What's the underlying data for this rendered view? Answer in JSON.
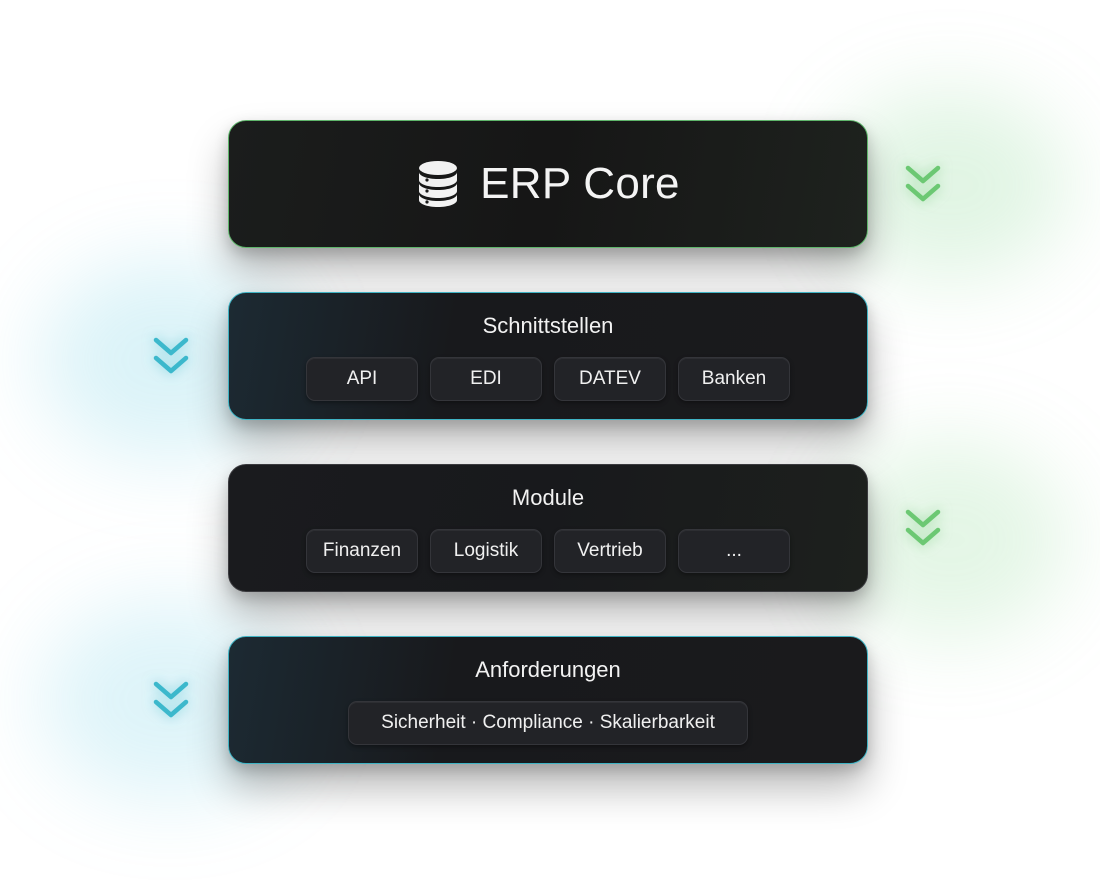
{
  "layers": {
    "core": {
      "title": "ERP Core",
      "icon": "database-icon"
    },
    "schnittstellen": {
      "title": "Schnittstellen",
      "chips": [
        "API",
        "EDI",
        "DATEV",
        "Banken"
      ]
    },
    "module": {
      "title": "Module",
      "chips": [
        "Finanzen",
        "Logistik",
        "Vertrieb",
        "..."
      ]
    },
    "anforderungen": {
      "title": "Anforderungen",
      "chips": [
        "Sicherheit · Compliance · Skalierbarkeit"
      ]
    }
  },
  "arrows": [
    {
      "icon": "chevrons-down-icon",
      "color": "#6cc873"
    },
    {
      "icon": "chevrons-down-icon",
      "color": "#3cb8cc"
    },
    {
      "icon": "chevrons-down-icon",
      "color": "#6cc873"
    },
    {
      "icon": "chevrons-down-icon",
      "color": "#3cb8cc"
    }
  ],
  "colors": {
    "green_accent": "#6cc873",
    "cyan_accent": "#3cb8cc",
    "card_background": "#18191c",
    "chip_background": "#222327"
  }
}
